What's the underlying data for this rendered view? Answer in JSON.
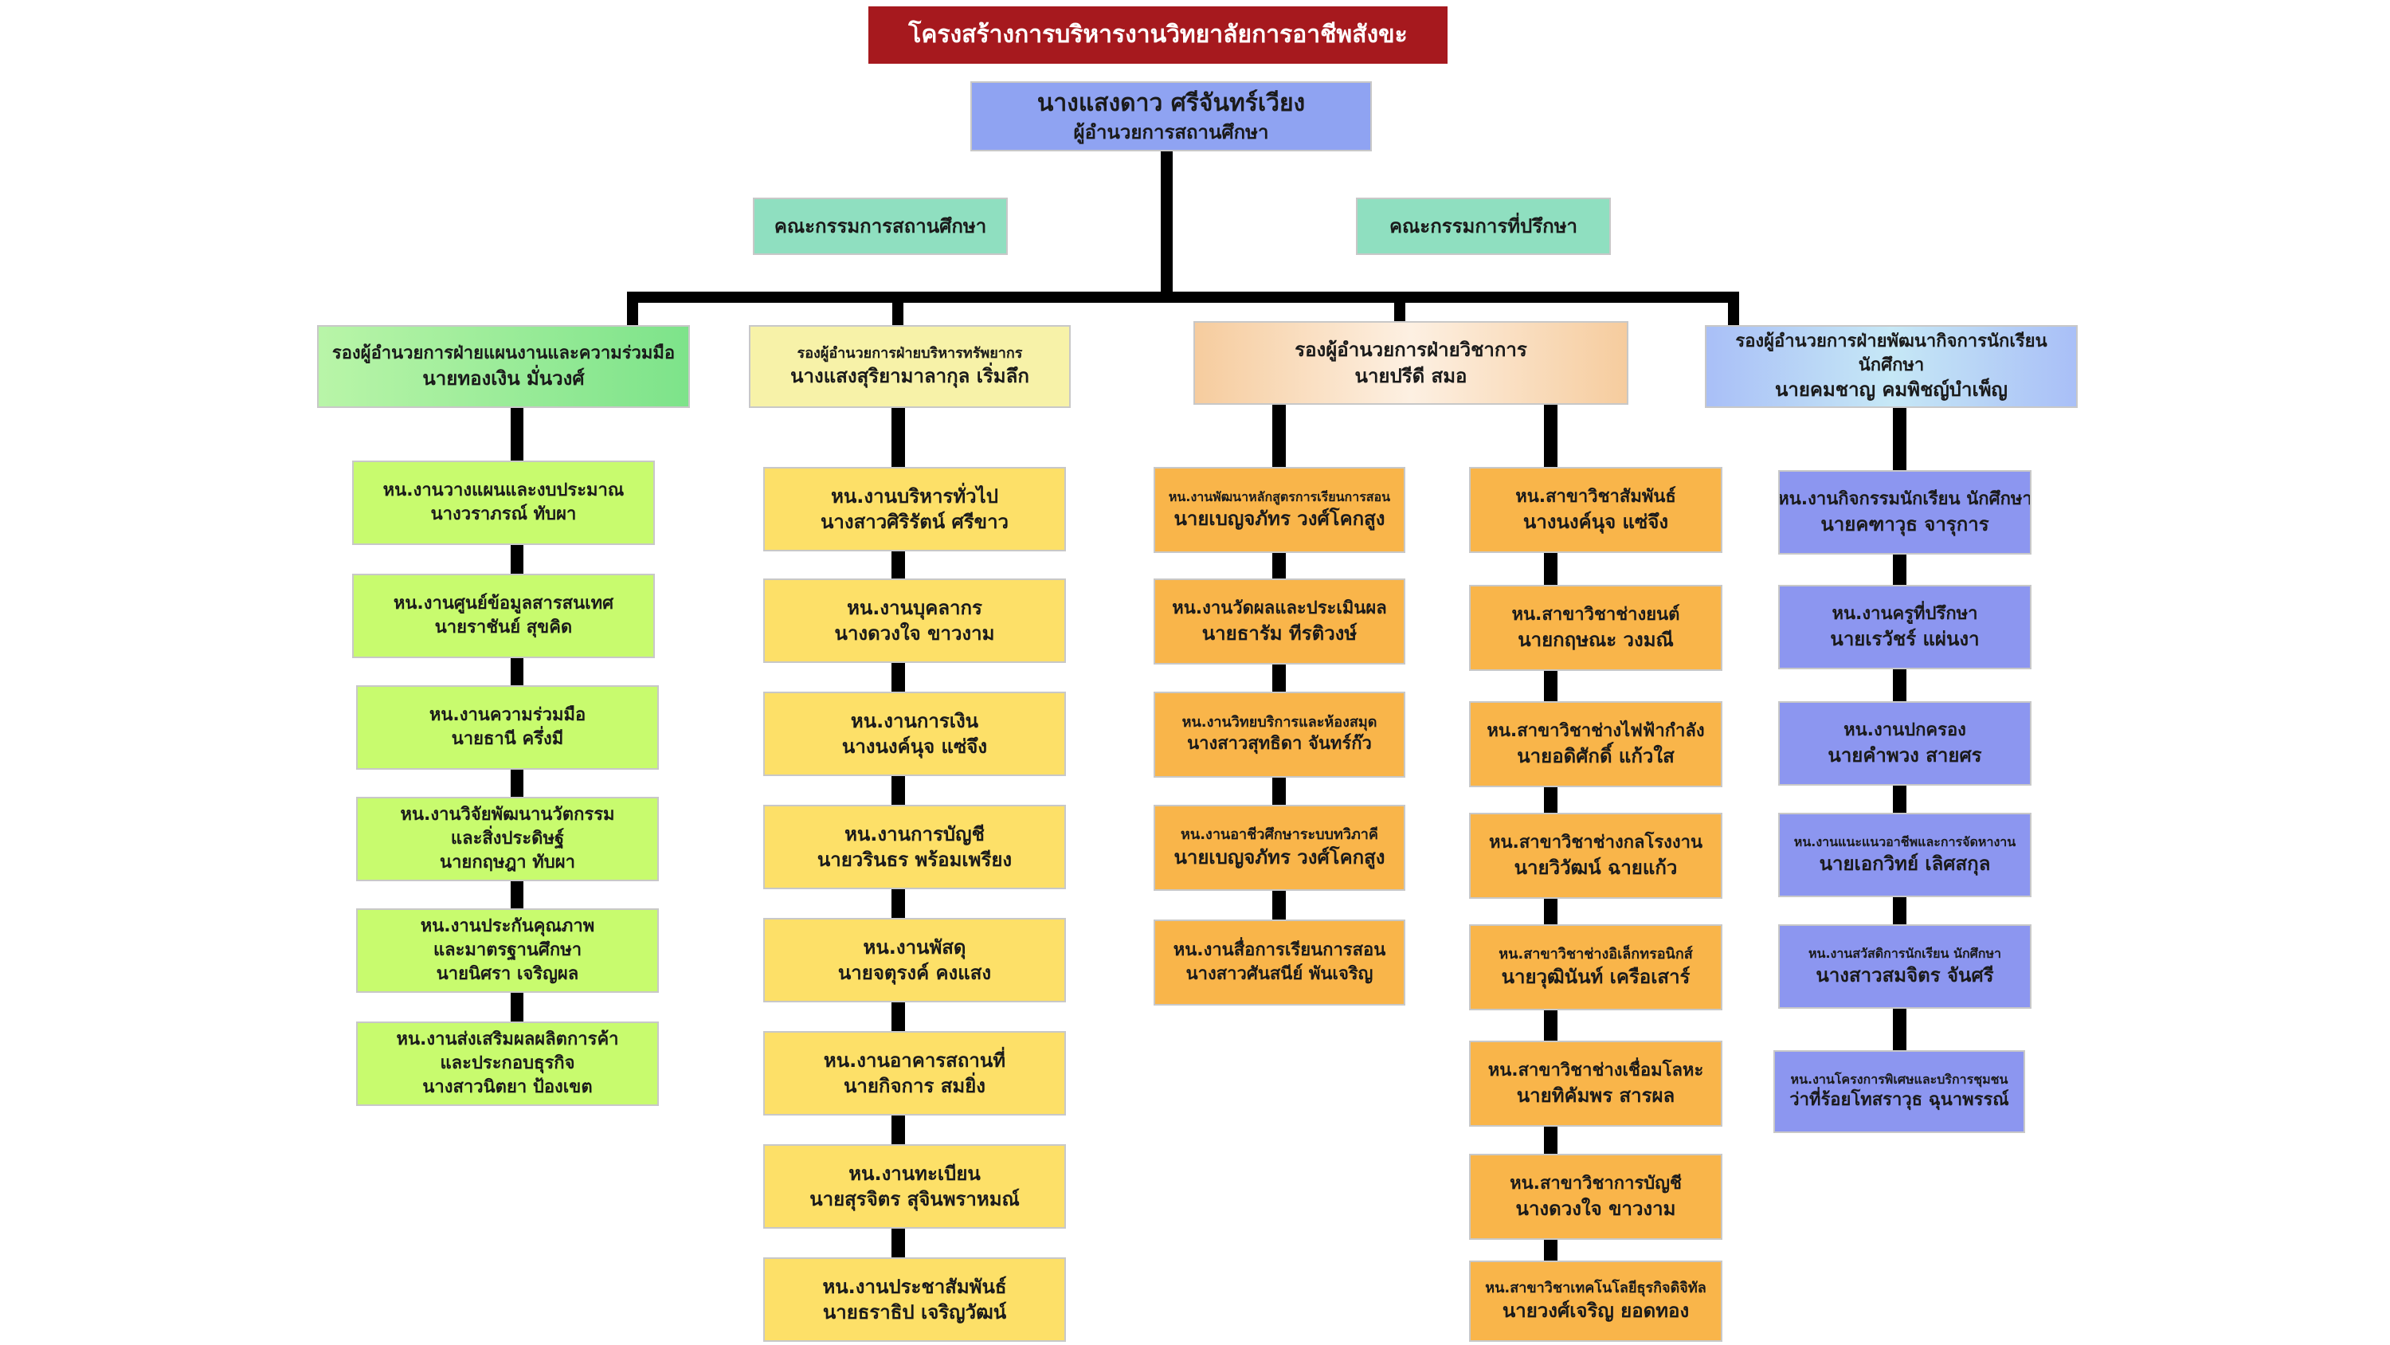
{
  "title": "โครงสร้างการบริหารงานวิทยาลัยการอาชีพสังขะ",
  "director": {
    "name": "นางแสงดาว ศรีจันทร์เวียง",
    "position": "ผู้อำนวยการสถานศึกษา"
  },
  "committees": {
    "school_board": "คณะกรรมการสถานศึกษา",
    "advisory": "คณะกรรมการที่ปรึกษา"
  },
  "colors": {
    "title": "#a6191e",
    "director": "#8fa3f2",
    "committee": "#8fdfc0",
    "planning": "#c8fb6e",
    "resources": "#fde068",
    "academic": "#f9b54a",
    "student_affairs": "#8c96f0"
  },
  "divisions": {
    "planning": {
      "head": {
        "position": "รองผู้อำนวยการฝ่ายแผนงานและความร่วมมือ",
        "name": "นายทองเงิน มั่นวงศ์"
      },
      "units": [
        {
          "lines": [
            "หน.งานวางแผนและงบประมาณ",
            "นางวราภรณ์ ทับผา"
          ]
        },
        {
          "lines": [
            "หน.งานศูนย์ข้อมูลสารสนเทศ",
            "นายราชันย์ สุขคิด"
          ]
        },
        {
          "lines": [
            "หน.งานความร่วมมือ",
            "นายธานี ครึ่งมี"
          ]
        },
        {
          "lines": [
            "หน.งานวิจัยพัฒนานวัตกรรม",
            "และสิ่งประดิษฐ์",
            "นายกฤษฎา ทับผา"
          ]
        },
        {
          "lines": [
            "หน.งานประกันคุณภาพ",
            "และมาตรฐานศึกษา",
            "นายนิศรา เจริญผล"
          ]
        },
        {
          "lines": [
            "หน.งานส่งเสริมผลผลิตการค้า",
            "และประกอบธุรกิจ",
            "นางสาวนิตยา ป้องเขต"
          ]
        }
      ]
    },
    "resources": {
      "head": {
        "position": "รองผู้อำนวยการฝ่ายบริหารทรัพยากร",
        "name": "นางแสงสุริยามาลากุล เริ่มลึก"
      },
      "units": [
        {
          "lines": [
            "หน.งานบริหารทั่วไป",
            "นางสาวศิริรัตน์ ศรีขาว"
          ]
        },
        {
          "lines": [
            "หน.งานบุคลากร",
            "นางดวงใจ ขาวงาม"
          ]
        },
        {
          "lines": [
            "หน.งานการเงิน",
            "นางนงค์นุจ แซ่จึง"
          ]
        },
        {
          "lines": [
            "หน.งานการบัญชี",
            "นายวรินธร พร้อมเพรียง"
          ]
        },
        {
          "lines": [
            "หน.งานพัสดุ",
            "นายจตุรงค์ คงแสง"
          ]
        },
        {
          "lines": [
            "หน.งานอาคารสถานที่",
            "นายกิจการ สมยิ่ง"
          ]
        },
        {
          "lines": [
            "หน.งานทะเบียน",
            "นายสุรจิตร สุจินพราหมณ์"
          ]
        },
        {
          "lines": [
            "หน.งานประชาสัมพันธ์",
            "นายธราธิป เจริญวัฒน์"
          ]
        }
      ]
    },
    "academic": {
      "head": {
        "position": "รองผู้อำนวยการฝ่ายวิชาการ",
        "name": "นายปรีดี สมอ"
      },
      "units_left": [
        {
          "lines": [
            "หน.งานพัฒนาหลักสูตรการเรียนการสอน",
            "นายเบญจภัทร วงศ์โคกสูง"
          ]
        },
        {
          "lines": [
            "หน.งานวัดผลและประเมินผล",
            "นายธารัม ทีรติวงษ์"
          ]
        },
        {
          "lines": [
            "หน.งานวิทยบริการและห้องสมุด",
            "นางสาวสุทธิดา จันทร์ก๊ว"
          ]
        },
        {
          "lines": [
            "หน.งานอาชีวศึกษาระบบทวิภาคี",
            "นายเบญจภัทร วงศ์โคกสูง"
          ]
        },
        {
          "lines": [
            "หน.งานสื่อการเรียนการสอน",
            "นางสาวศันสนีย์ พันเจริญ"
          ]
        }
      ],
      "units_right": [
        {
          "lines": [
            "หน.สาขาวิชาสัมพันธ์",
            "นางนงค์นุจ แซ่จึง"
          ]
        },
        {
          "lines": [
            "หน.สาขาวิชาช่างยนต์",
            "นายกฤษณะ วงมณี"
          ]
        },
        {
          "lines": [
            "หน.สาขาวิชาช่างไฟฟ้ากำลัง",
            "นายอดิศักดิ์ แก้วใส"
          ]
        },
        {
          "lines": [
            "หน.สาขาวิชาช่างกลโรงงาน",
            "นายวิวัฒน์ ฉายแก้ว"
          ]
        },
        {
          "lines": [
            "หน.สาขาวิชาช่างอิเล็กทรอนิกส์",
            "นายวุฒินันท์ เครือเสาร์"
          ]
        },
        {
          "lines": [
            "หน.สาขาวิชาช่างเชื่อมโลหะ",
            "นายทิคัมพร สารผล"
          ]
        },
        {
          "lines": [
            "หน.สาขาวิชาการบัญชี",
            "นางดวงใจ ขาวงาม"
          ]
        },
        {
          "lines": [
            "หน.สาขาวิชาเทคโนโลยีธุรกิจดิจิทัล",
            "นายวงศ์เจริญ ยอดทอง"
          ]
        }
      ]
    },
    "student_affairs": {
      "head": {
        "position": "รองผู้อำนวยการฝ่ายพัฒนากิจการนักเรียน",
        "position_line2": "นักศึกษา",
        "name": "นายคมชาญ คมพิชญ์บำเพ็ญ"
      },
      "units": [
        {
          "lines": [
            "หน.งานกิจกรรมนักเรียน นักศึกษา",
            "นายคฑาวุธ จารุการ"
          ]
        },
        {
          "lines": [
            "หน.งานครูที่ปรึกษา",
            "นายเรวัชร์ แผ่นงา"
          ]
        },
        {
          "lines": [
            "หน.งานปกครอง",
            "นายคำพวง สายศร"
          ]
        },
        {
          "lines": [
            "หน.งานแนะแนวอาชีพและการจัดหางาน",
            "นายเอกวิทย์ เลิศสกุล"
          ]
        },
        {
          "lines": [
            "หน.งานสวัสดิการนักเรียน นักศึกษา",
            "นางสาวสมจิตร จันศรี"
          ]
        },
        {
          "lines": [
            "หน.งานโครงการพิเศษและบริการชุมชน",
            "ว่าที่ร้อยโทสราวุธ ฉุนาพรรณ์"
          ]
        }
      ]
    }
  }
}
